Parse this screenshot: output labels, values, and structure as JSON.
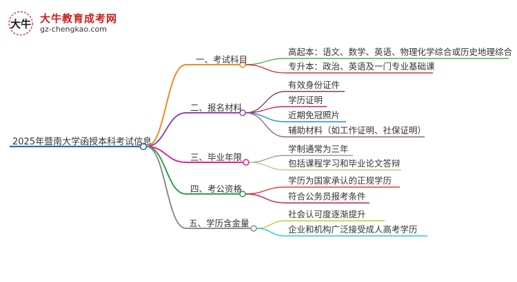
{
  "logo": {
    "mark_text": "大牛",
    "title": "大牛教育成考网",
    "url": "gz-chengkao.com",
    "colors": {
      "title": "#cc1d1d",
      "mark": "#1a1a1a",
      "accent": "#cc1d1d"
    }
  },
  "mindmap": {
    "root": "2025年暨南大学函授本科考试信息",
    "branches": [
      {
        "label": "一、考试科目",
        "color": "#f08b1e",
        "children": [
          {
            "label": "高起本：语文、数学、英语、物理化学综合或历史地理综合",
            "color": "#4caf50"
          },
          {
            "label": "专升本：政治、英语及一门专业基础课",
            "color": "#d32f2f"
          }
        ]
      },
      {
        "label": "二、报名材料",
        "color": "#8e44ad",
        "children": [
          {
            "label": "有效身份证件",
            "color": "#6d4c41"
          },
          {
            "label": "学历证明",
            "color": "#d81b60"
          },
          {
            "label": "近期免冠照片",
            "color": "#1e88e5"
          },
          {
            "label": "辅助材料（如工作证明、社保证明）",
            "color": "#8d6e63"
          }
        ]
      },
      {
        "label": "三、毕业年限",
        "color": "#e91e8c",
        "children": [
          {
            "label": "学制通常为三年",
            "color": "#9e9e9e"
          },
          {
            "label": "包括课程学习和毕业论文答辩",
            "color": "#aed581"
          }
        ]
      },
      {
        "label": "四、考公资格",
        "color": "#2e9e4f",
        "children": [
          {
            "label": "学历为国家承认的正规学历",
            "color": "#e53935"
          },
          {
            "label": "符合公务员报考条件",
            "color": "#c2185b"
          }
        ]
      },
      {
        "label": "五、学历含金量",
        "color": "#8c8c8c",
        "children": [
          {
            "label": "社会认可度逐渐提升",
            "color": "#c0ca33"
          },
          {
            "label": "企业和机构广泛接受成人高考学历",
            "color": "#26c6da"
          }
        ]
      }
    ],
    "root_color": "#2b6cb0"
  }
}
